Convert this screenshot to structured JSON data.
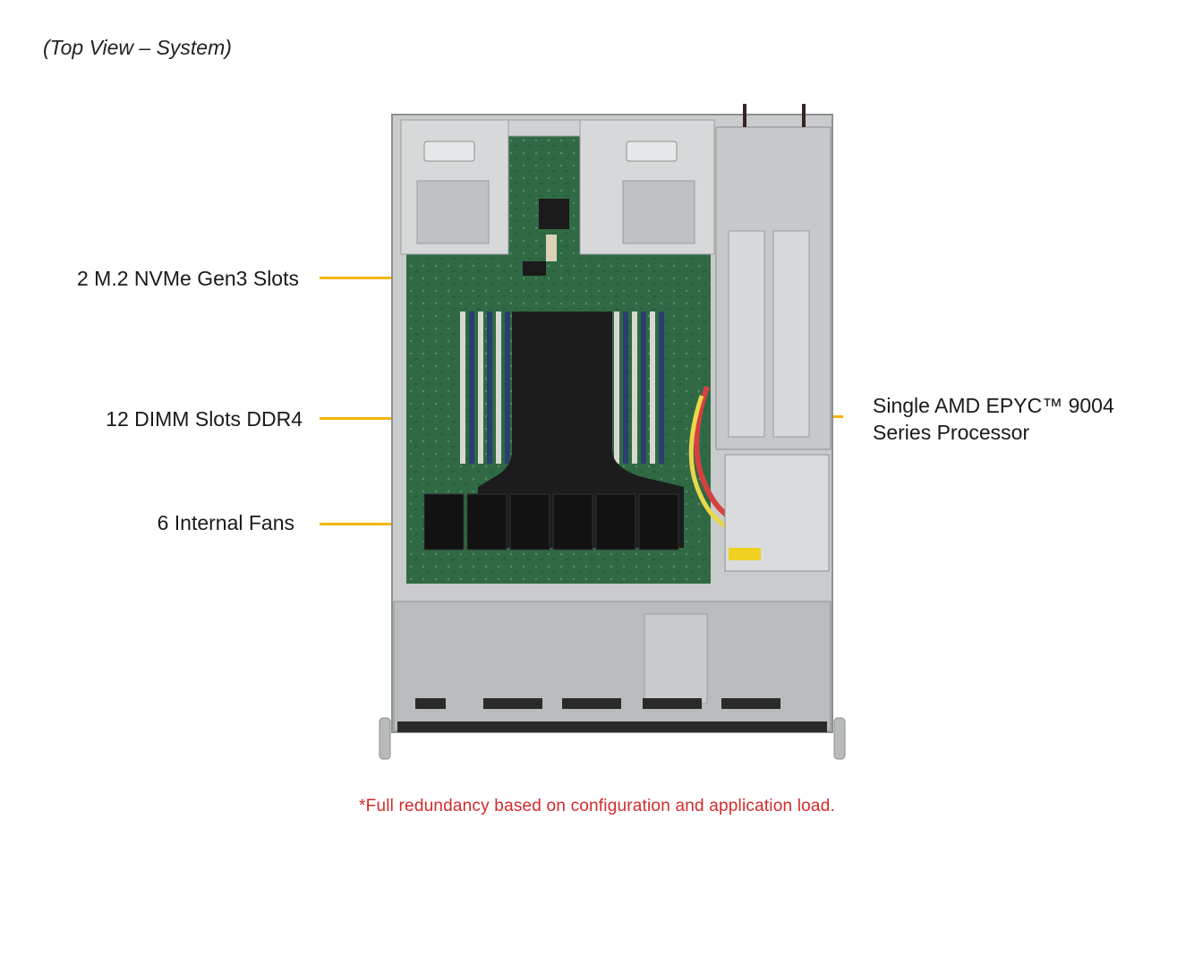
{
  "view_title": "(Top View – System)",
  "callouts": {
    "m2": "2 M.2 NVMe Gen3 Slots",
    "dimm": "12 DIMM Slots DDR4",
    "fans": "6 Internal Fans",
    "cpu_line1": "Single AMD EPYC™ 9004",
    "cpu_line2": "Series Processor"
  },
  "footnote": "*Full redundancy based on configuration and application load.",
  "colors": {
    "callout_line": "#f2b600",
    "footnote": "#d42a2a",
    "pcb": "#2f6a44",
    "shroud": "#1c1c1c",
    "chassis_metal": "#c9cbcc"
  }
}
